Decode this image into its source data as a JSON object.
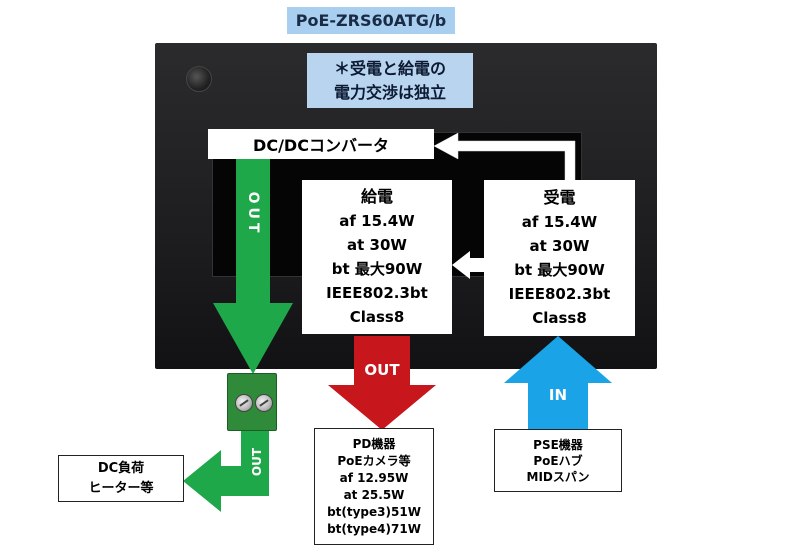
{
  "model_title": "PoE-ZRS60ATG/b",
  "note": {
    "line1": "＊受電と給電の",
    "line2": "電力交渉は独立"
  },
  "dcdc_label": "DC/DCコンバータ",
  "supply": {
    "heading": "給電",
    "lines": [
      "af 15.4W",
      "at 30W",
      "bt 最大90W",
      "IEEE802.3bt",
      "Class8"
    ]
  },
  "receive": {
    "heading": "受電",
    "lines": [
      "af 15.4W",
      "at 30W",
      "bt 最大90W",
      "IEEE802.3bt",
      "Class8"
    ]
  },
  "arrows": {
    "green_down_label": "OUT",
    "red_down_label": "OUT",
    "blue_up_label": "IN",
    "green_side_label": "OUT"
  },
  "pd_box": {
    "lines": [
      "PD機器",
      "PoEカメラ等",
      "af 12.95W",
      "at 25.5W",
      "bt(type3)51W",
      "bt(type4)71W"
    ]
  },
  "pse_box": {
    "lines": [
      "PSE機器",
      "PoEハブ",
      "MIDスパン"
    ]
  },
  "dc_load_box": {
    "lines": [
      "DC負荷",
      "ヒーター等"
    ]
  },
  "colors": {
    "title_bg": "#a9cff0",
    "note_bg": "#b9d4ef",
    "device_body": "#1d1d1f",
    "green_arrow": "#1fa84a",
    "red_arrow": "#c8161d",
    "blue_arrow": "#1aa3e6",
    "white_arrow": "#ffffff",
    "terminal": "#2f8a3a"
  }
}
